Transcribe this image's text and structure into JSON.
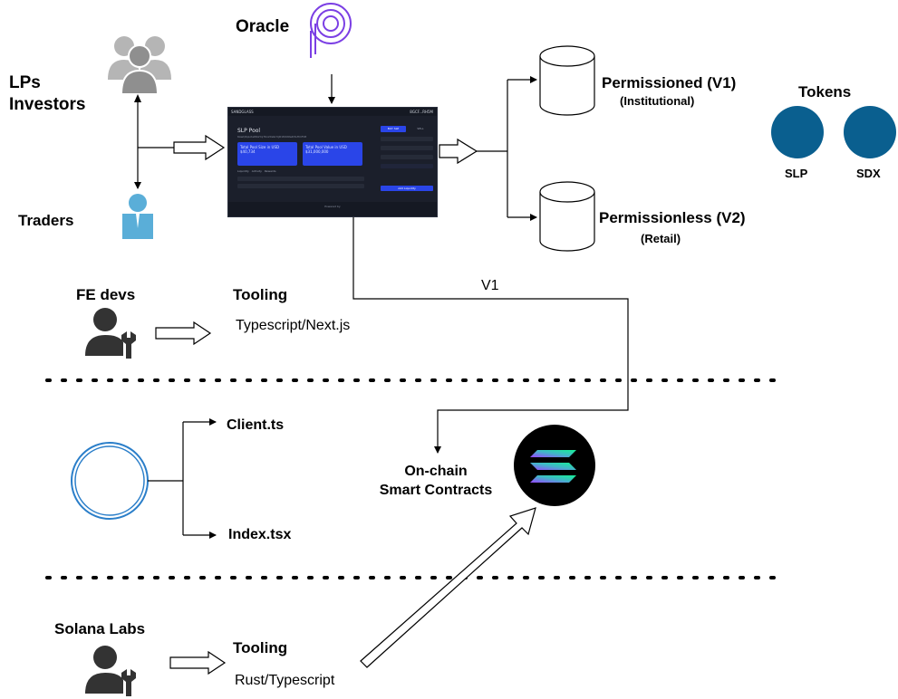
{
  "labels": {
    "oracle": "Oracle",
    "lps_investors": "LPs\nInvestors",
    "traders": "Traders",
    "permissioned": "Permissioned (V1)",
    "institutional": "(Institutional)",
    "permissionless": "Permissionless (V2)",
    "retail": "(Retail)",
    "tokens": "Tokens",
    "v1": "V1",
    "fe_devs": "FE devs",
    "tooling_fe": "Tooling",
    "typescript_next": "Typescript/Next.js",
    "client_ts": "Client.ts",
    "index_tsx": "Index.tsx",
    "onchain_line1": "On-chain",
    "onchain_line2": "Smart Contracts",
    "solana_labs": "Solana Labs",
    "tooling_sol": "Tooling",
    "rust_ts": "Rust/Typescript"
  },
  "tokens": [
    {
      "name": "SLP",
      "color": "#0a5f8f"
    },
    {
      "name": "SDX",
      "color": "#0a5f8f"
    }
  ],
  "dashboard": {
    "brand": "SANDGLASS",
    "wallet": "8GCF...RH5M",
    "pool_title": "SLP Pool",
    "pool_address": "6AwQ4pLXaWbzYq7Kx2Xe9cVjR1tUbNwD3sHmFz8",
    "pool_balance": "Available: 10,516,200,000,177",
    "card1_title": "Total Pool Size in USD",
    "card1_value": "$40,734",
    "card2_title": "Total Pool Value in USD",
    "card2_value": "$31,000,000",
    "tab_positions": "Liquidity",
    "tab_activity": "Activity",
    "tab_rewards": "Rewards",
    "buy_label": "BUY SLP",
    "sell_label": "SELL",
    "action_label": "Add Liquidity",
    "footer": "Powered by"
  },
  "colors": {
    "person_gray": "#999999",
    "trader_blue": "#5aaed8",
    "token_blue": "#0a5f8f",
    "dev_dark": "#333333",
    "client_circle": "#2a7ec9",
    "solana_purple": "#9945ff",
    "solana_green": "#14f195",
    "oracle_purple": "#7b3fe4"
  },
  "icons": [
    "people-group-icon",
    "trader-icon",
    "oracle-logo-icon",
    "database-icon",
    "developer-wrench-icon",
    "solana-logo-icon",
    "client-ring-icon"
  ]
}
